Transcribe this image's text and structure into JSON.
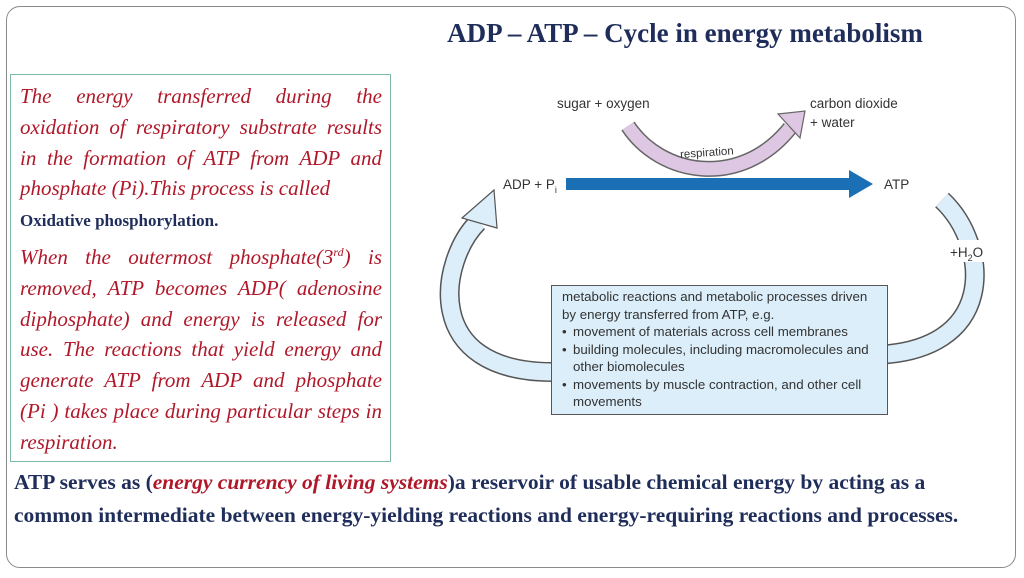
{
  "title": "ADP – ATP – Cycle in energy metabolism",
  "left_text": {
    "para1": "The energy transferred during the oxidation of respiratory substrate results in the formation of ATP from ADP and phosphate (Pi).This process is called",
    "para1_bold": "Oxidative phosphorylation.",
    "para2_a": "When the outermost phosphate(3",
    "para2_sup": "rd",
    "para2_b": ") is removed, ATP becomes ADP( adenosine diphosphate) and energy is released for use. The reactions that yield energy and generate ATP from ADP and phosphate (Pi ) takes place during particular steps in respiration."
  },
  "diagram": {
    "reactants": "sugar + oxygen",
    "products_line1": "carbon dioxide",
    "products_line2": "+ water",
    "process": "respiration",
    "adp": "ADP + P",
    "adp_sub": "i",
    "atp": "ATP",
    "water_a": "+H",
    "water_sub": "2",
    "water_b": "O",
    "box_intro": "metabolic reactions and metabolic processes driven by energy transferred from ATP, e.g.",
    "box_items": [
      "movement of materials across cell membranes",
      "building molecules, including macromolecules and other biomolecules",
      "movements by muscle contraction, and other cell movements"
    ]
  },
  "bottom": {
    "a": "ATP serves as (",
    "em": "energy currency of living systems",
    "b": ")a reservoir of usable chemical energy  by acting as a common intermediate between energy-yielding reactions and energy-requiring reactions and processes."
  },
  "colors": {
    "title": "#1f2d5a",
    "red": "#b0182a",
    "blue_arrow": "#1a6fb5",
    "purple_arrow": "#ddc7e2",
    "light_blue": "#dbeef9"
  }
}
